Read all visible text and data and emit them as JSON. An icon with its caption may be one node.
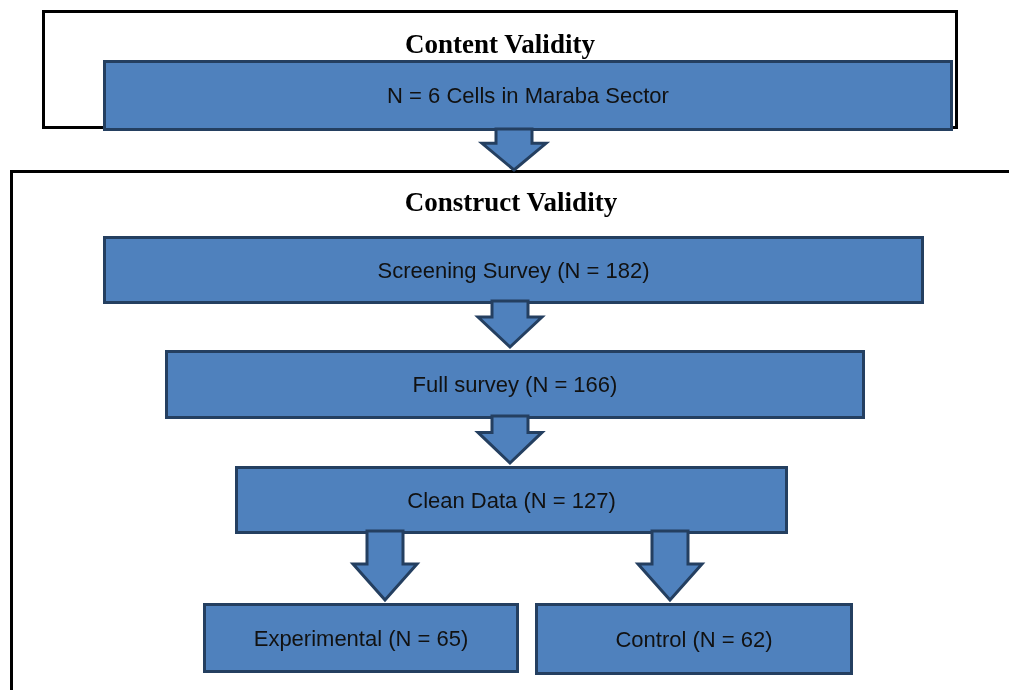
{
  "diagram": {
    "nodes": [
      {
        "text": [
          "Content Validity"
        ]
      },
      {
        "text": [
          "N = 6 Cells in Maraba Sector"
        ],
        "in": 0
      },
      {
        "text": [
          "Construct Validity"
        ]
      },
      {
        "text": [
          "Screening Survey (N = 182)"
        ],
        "in": 2
      },
      {
        "text": [
          "Full survey (N = 166)"
        ],
        "in": 2
      },
      {
        "text": [
          "Clean Data (N = 127)"
        ],
        "in": 2
      },
      {
        "text": [
          "Experimental (N = 65)"
        ],
        "in": 2
      },
      {
        "text": [
          "Control (N = 62)"
        ],
        "in": 2
      }
    ],
    "edges": [
      {
        "from": 0,
        "to": 2,
        "arrow": "to"
      },
      {
        "from": 3,
        "to": 4,
        "arrow": "to"
      },
      {
        "from": 4,
        "to": 5,
        "arrow": "to"
      },
      {
        "from": 5,
        "to": 6,
        "arrow": "to"
      },
      {
        "from": 5,
        "to": 7,
        "arrow": "to"
      }
    ]
  }
}
